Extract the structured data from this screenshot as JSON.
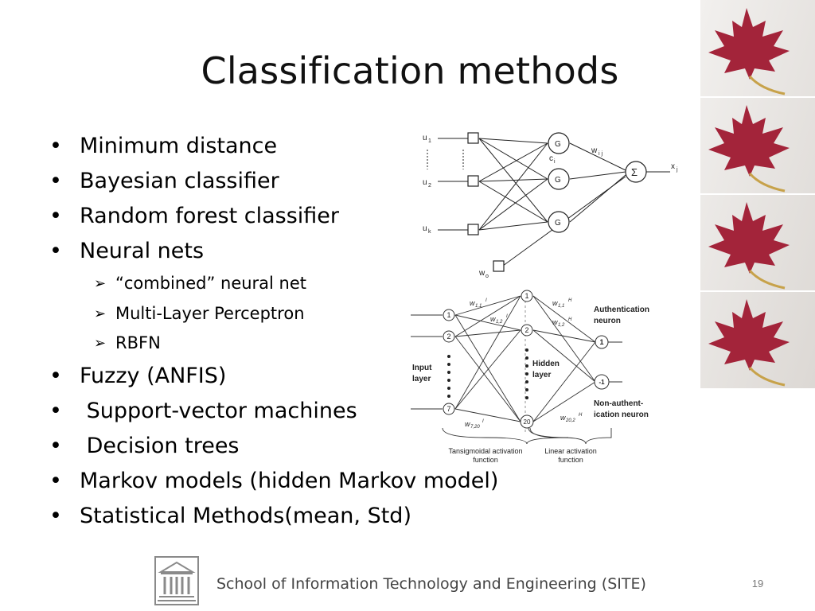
{
  "slide": {
    "title": "Classification methods",
    "page_number": "19",
    "footer": "School of Information Technology and Engineering (SITE)"
  },
  "bullets": [
    {
      "text": "Minimum distance"
    },
    {
      "text": "Bayesian classifier"
    },
    {
      "text": "Random forest classifier"
    },
    {
      "text": "Neural nets"
    }
  ],
  "sub_bullets": [
    {
      "text": "“combined” neural net"
    },
    {
      "text": "Multi-Layer Perceptron"
    },
    {
      "text": "RBFN"
    }
  ],
  "bullets_after": [
    {
      "text": "Fuzzy (ANFIS)"
    },
    {
      "text": " Support-vector machines"
    },
    {
      "text": " Decision trees"
    },
    {
      "text": "Markov models (hidden Markov model)"
    },
    {
      "text": "Statistical Methods(mean, Std)"
    }
  ],
  "bullet_glyph": "•",
  "sub_bullet_glyph": "➢",
  "rbf_figure": {
    "inputs": [
      "u",
      "u",
      "u"
    ],
    "input_subscripts": [
      "1",
      "2",
      "k"
    ],
    "bias_label": "w",
    "bias_subscript": "o",
    "hidden_label": "G",
    "center_label": "c",
    "center_subscript": "i",
    "weight_label": "w",
    "weight_subscript": "i j",
    "sum_symbol": "Σ",
    "output_label": "x",
    "output_subscript": "j"
  },
  "mlp_figure": {
    "input_layer_label_1": "Input",
    "input_layer_label_2": "layer",
    "hidden_layer_label_1": "Hidden",
    "hidden_layer_label_2": "layer",
    "input_nodes": [
      "1",
      "2",
      "7"
    ],
    "hidden_nodes": [
      "1",
      "2",
      "20"
    ],
    "output_nodes": [
      "1",
      "-1"
    ],
    "auth_label_1": "Authentication",
    "auth_label_2": "neuron",
    "nonauth_label_1": "Non-authent-",
    "nonauth_label_2": "ication neuron",
    "w_in_1": "w",
    "w_in_1_sub": "1,1",
    "w_in_1_sup": "I",
    "w_in_2": "w",
    "w_in_2_sub": "1,2",
    "w_in_2_sup": "I",
    "w_in_3": "w",
    "w_in_3_sub": "7,20",
    "w_in_3_sup": "I",
    "w_h_1": "w",
    "w_h_1_sub": "1,1",
    "w_h_1_sup": "H",
    "w_h_2": "w",
    "w_h_2_sub": "1,2",
    "w_h_2_sup": "H",
    "w_h_3": "w",
    "w_h_3_sub": "20,2",
    "w_h_3_sup": "H",
    "act1_line1": "Tansigmoidal activation",
    "act1_line2": "function",
    "act2_line1": "Linear activation",
    "act2_line2": "function"
  },
  "colors": {
    "leaf_red": "#a3243a",
    "leaf_stem": "#c7a24a",
    "footer_text": "#444444",
    "logo_gray": "#8a8a8a"
  }
}
